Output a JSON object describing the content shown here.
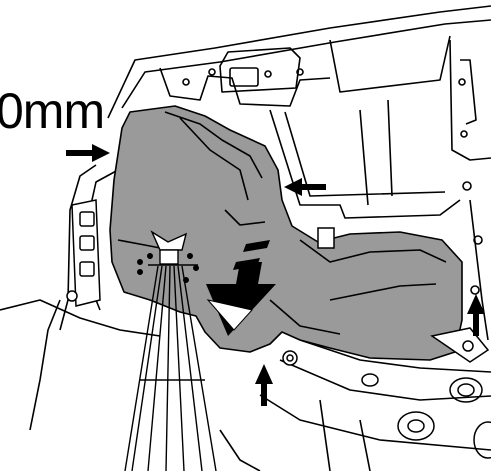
{
  "figure": {
    "dimension_label": "0mm",
    "colors": {
      "line": "#000000",
      "tank_fill": "#9a9a9a",
      "background": "#ffffff",
      "arrow": "#000000"
    },
    "arrow_count": 5,
    "icons": [
      "arrow-right-icon",
      "arrow-left-icon",
      "arrow-up-icon",
      "lowering-direction-arrow-icon",
      "jack-stand"
    ]
  }
}
